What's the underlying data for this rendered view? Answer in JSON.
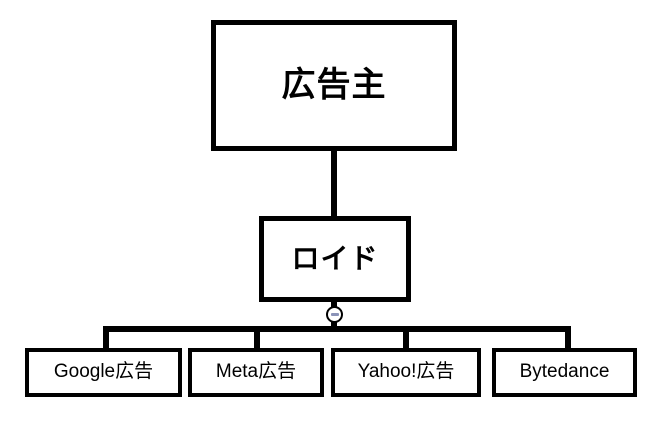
{
  "diagram": {
    "type": "org-chart",
    "background_color": "#ffffff",
    "line_color": "#000000",
    "node_fill_color": "#ffffff",
    "toggle_glyph_color": "#8b93b8",
    "root": {
      "label": "広告主"
    },
    "middle": {
      "label": "ロイド"
    },
    "collapse_toggle": {
      "state": "expanded",
      "glyph": "minus-icon",
      "label": "−"
    },
    "leaves": [
      {
        "label": "Google広告"
      },
      {
        "label": "Meta広告"
      },
      {
        "label": "Yahoo!広告"
      },
      {
        "label": "Bytedance"
      }
    ],
    "edges": [
      {
        "from": "広告主",
        "to": "ロイド"
      },
      {
        "from": "ロイド",
        "to": "Google広告"
      },
      {
        "from": "ロイド",
        "to": "Meta広告"
      },
      {
        "from": "ロイド",
        "to": "Yahoo!広告"
      },
      {
        "from": "ロイド",
        "to": "Bytedance"
      }
    ]
  }
}
